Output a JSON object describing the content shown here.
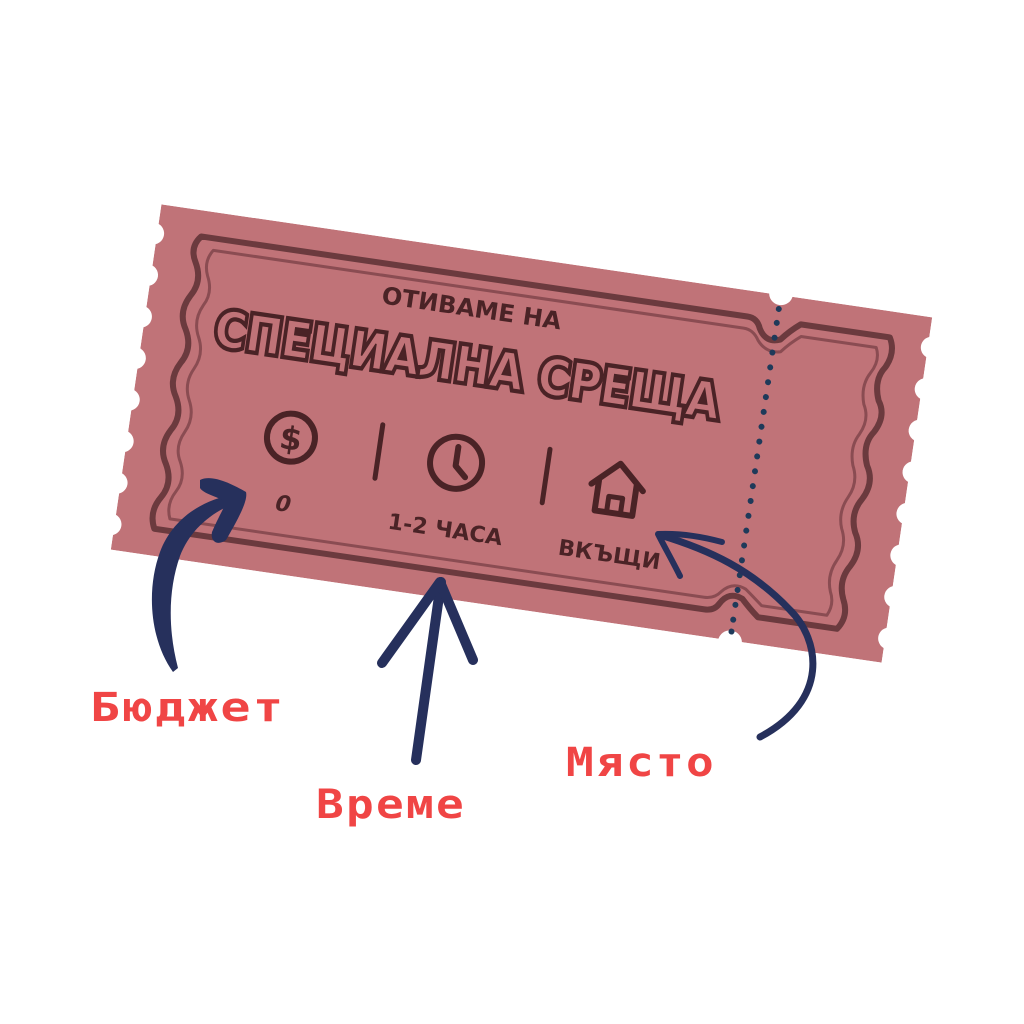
{
  "ticket": {
    "subtitle": "ОТИВАМЕ НА",
    "title": "СПЕЦИАЛНА СРЕЩА",
    "items": [
      {
        "icon": "dollar-icon",
        "glyph": "$",
        "value": "0"
      },
      {
        "icon": "clock-icon",
        "value": "1-2 ЧАСА"
      },
      {
        "icon": "house-icon",
        "value": "ВКЪЩИ"
      }
    ]
  },
  "annotations": [
    {
      "label": "Бюджет",
      "points_to": "0"
    },
    {
      "label": "Време",
      "points_to": "1-2 ЧАСА"
    },
    {
      "label": "Място",
      "points_to": "ВКЪЩИ"
    }
  ],
  "colors": {
    "ticket_fill": "#c07378",
    "ticket_border": "#6b3a3e",
    "ticket_inner_line": "#8a4c52",
    "ticket_text": "#4a2326",
    "perforation_dots": "#1f3a5a",
    "arrow": "#26305c",
    "annotation_label": "#f04545",
    "background": "#ffffff"
  }
}
